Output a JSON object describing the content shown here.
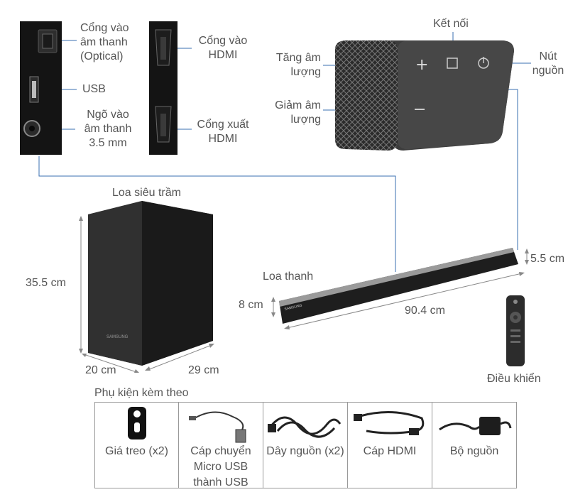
{
  "ports": {
    "optical": "Cổng vào âm thanh (Optical)",
    "usb": "USB",
    "aux": "Ngõ vào âm thanh 3.5 mm",
    "hdmi_in": "Cổng vào HDMI",
    "hdmi_out": "Cổng xuất HDMI"
  },
  "controls": {
    "connect": "Kết nối",
    "vol_up": "Tăng âm lượng",
    "vol_down": "Giảm âm lượng",
    "power": "Nút nguồn"
  },
  "subwoofer": {
    "label": "Loa siêu trầm",
    "height": "35.5 cm",
    "width": "20 cm",
    "depth": "29 cm",
    "brand": "SAMSUNG"
  },
  "soundbar": {
    "label": "Loa thanh",
    "height_left": "8 cm",
    "height_right": "5.5 cm",
    "length": "90.4 cm",
    "brand": "SAMSUNG"
  },
  "remote": {
    "label": "Điều khiển"
  },
  "accessories": {
    "title": "Phụ kiện kèm theo",
    "items": [
      {
        "name": "Giá treo (x2)"
      },
      {
        "name": "Cáp chuyển Micro USB thành USB"
      },
      {
        "name": "Dây nguồn (x2)"
      },
      {
        "name": "Cáp HDMI"
      },
      {
        "name": "Bộ nguồn"
      }
    ]
  }
}
